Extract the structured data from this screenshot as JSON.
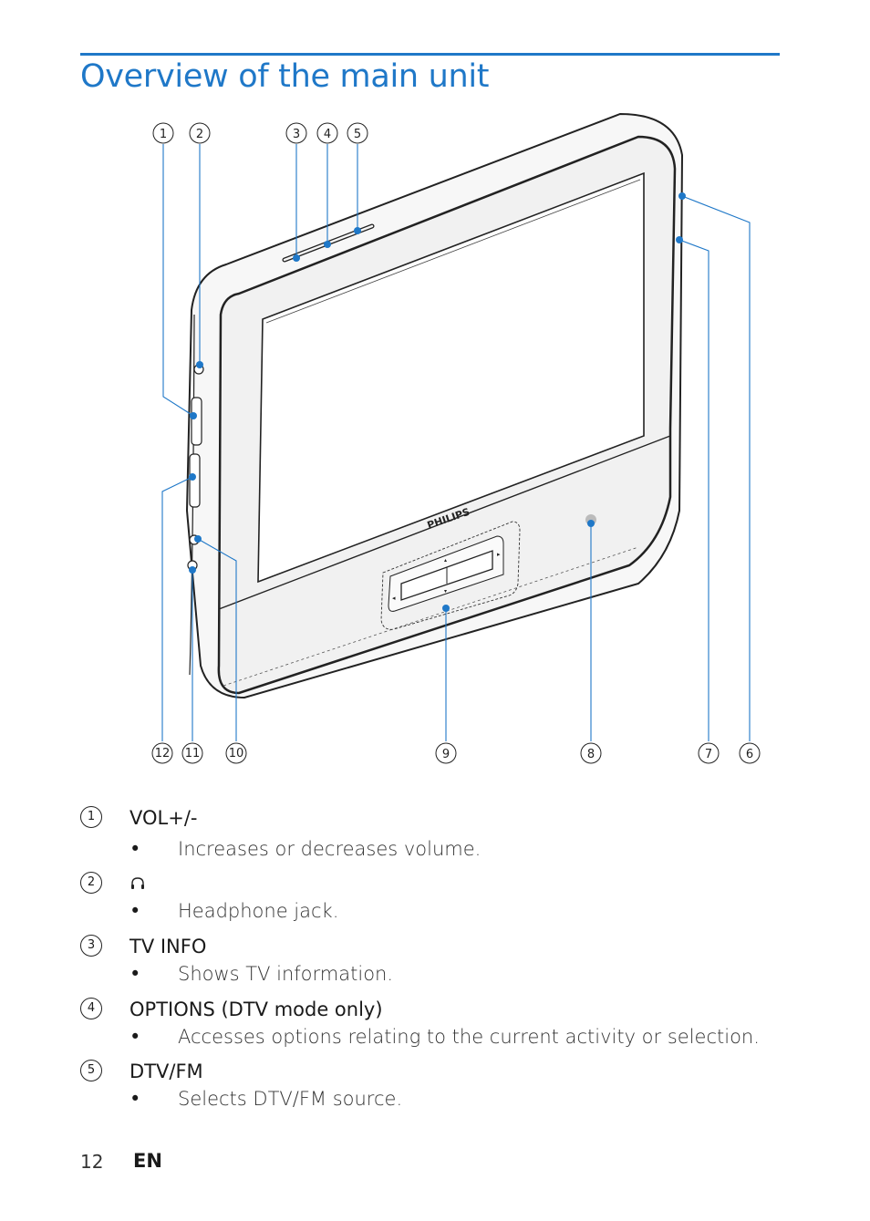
{
  "page": {
    "title": "Overview of the main unit",
    "page_number": "12",
    "language": "EN"
  },
  "figure": {
    "brand": "PHILIPS",
    "callouts_top": [
      "1",
      "2",
      "3",
      "4",
      "5"
    ],
    "callouts_bottom": [
      "12",
      "11",
      "10",
      "9",
      "8",
      "7",
      "6"
    ],
    "accent_color": "#1f78c8"
  },
  "items": [
    {
      "number": "1",
      "label": "VOL+/-",
      "description": "Increases or decreases volume."
    },
    {
      "number": "2",
      "label": "",
      "icon": "headphone-icon",
      "description": "Headphone jack."
    },
    {
      "number": "3",
      "label": "TV INFO",
      "description": "Shows TV information."
    },
    {
      "number": "4",
      "label": "OPTIONS (DTV mode only)",
      "description": "Accesses options relating to the current activity or selection."
    },
    {
      "number": "5",
      "label": "DTV/FM",
      "description": "Selects DTV/FM source."
    }
  ]
}
